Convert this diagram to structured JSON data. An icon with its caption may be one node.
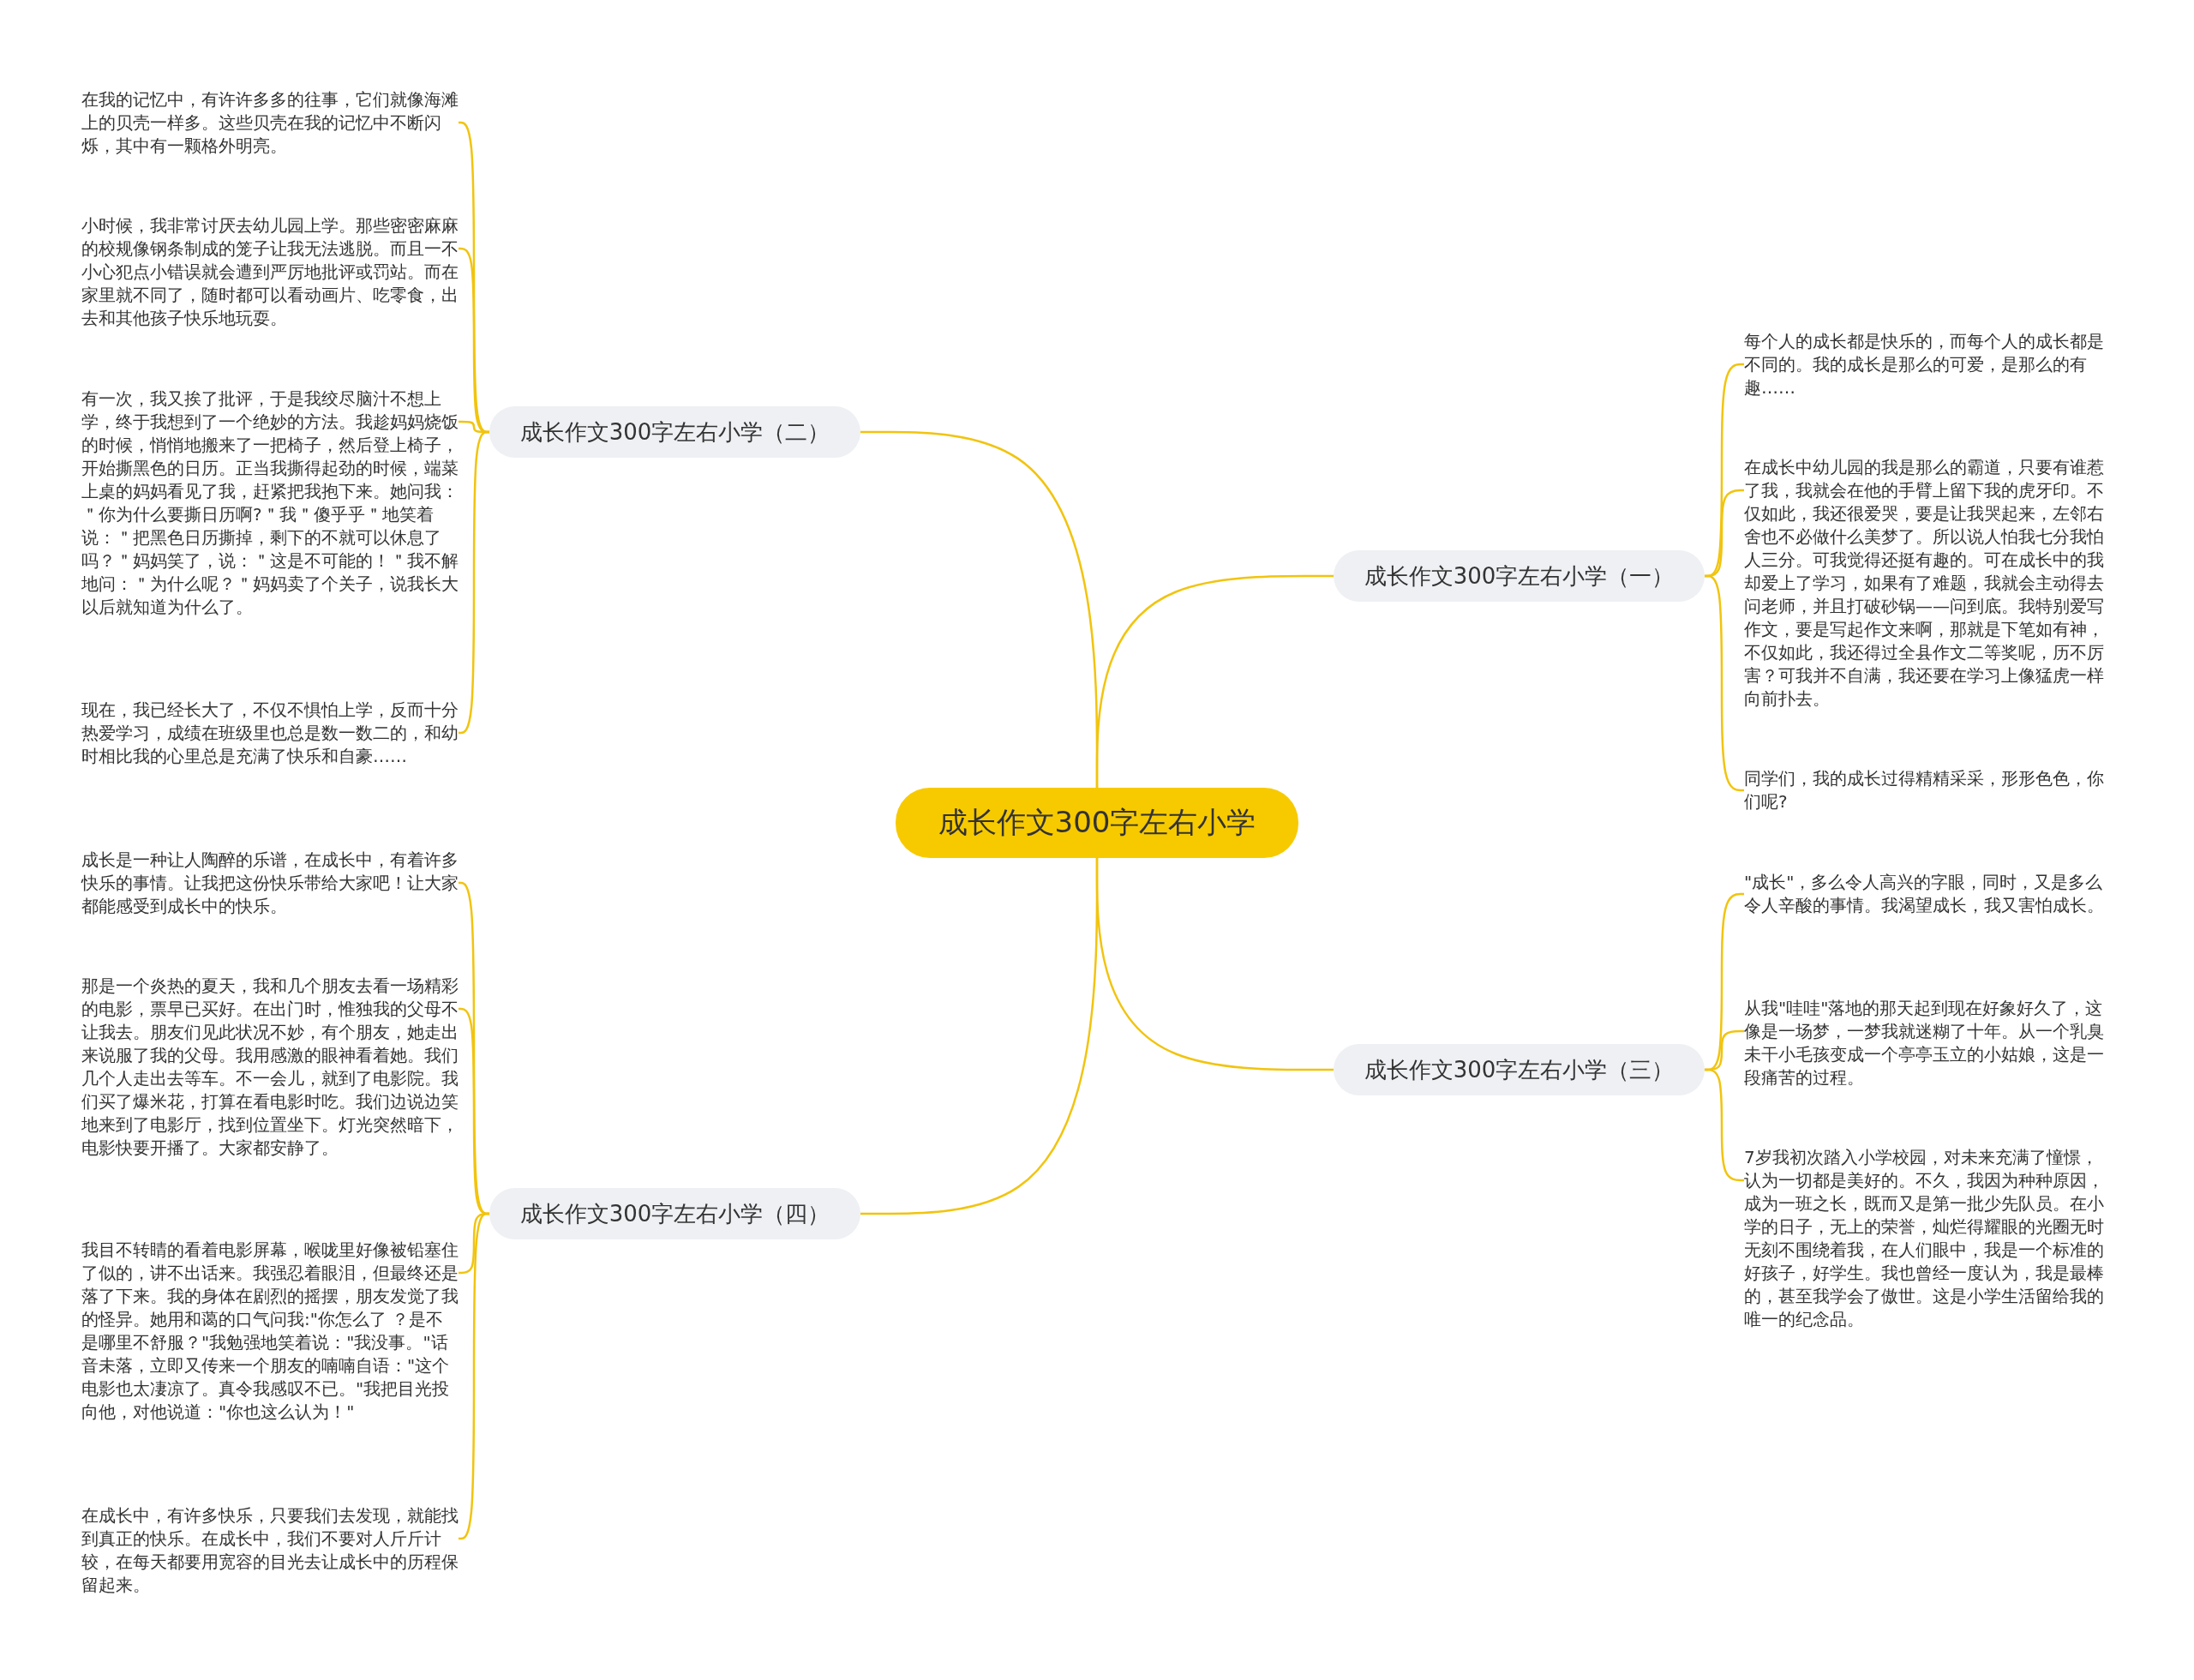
{
  "diagram": {
    "nodes": [
      {
        "text": [
          "成长作文300字左右小学"
        ]
      },
      {
        "text": [
          "成长作文300字左右小学（二）"
        ]
      },
      {
        "text": [
          "在我的记忆中，有许许多多的往事，它们就像海滩上的贝壳一样多。这些贝壳在我的记忆中不断闪烁，其中有一颗格外明亮。"
        ]
      },
      {
        "text": [
          "小时候，我非常讨厌去幼儿园上学。那些密密麻麻的校规像钢条制成的笼子让我无法逃脱。而且一不小心犯点小错误就会遭到严厉地批评或罚站。而在家里就不同了，随时都可以看动画片、吃零食，出去和其他孩子快乐地玩耍。"
        ]
      },
      {
        "text": [
          "有一次，我又挨了批评，于是我绞尽脑汁不想上学，终于我想到了一个绝妙的方法。我趁妈妈烧饭的时候，悄悄地搬来了一把椅子，然后登上椅子，开始撕黑色的日历。正当我撕得起劲的时候，端菜上桌的妈妈看见了我，赶紧把我抱下来。她问我：＂你为什么要撕日历啊?＂我＂傻乎乎＂地笑着说：＂把黑色日历撕掉，剩下的不就可以休息了吗？＂妈妈笑了，说：＂这是不可能的！＂我不解地问：＂为什么呢？＂妈妈卖了个关子，说我长大以后就知道为什么了。"
        ]
      },
      {
        "text": [
          "现在，我已经长大了，不仅不惧怕上学，反而十分热爱学习，成绩在班级里也总是数一数二的，和幼时相比我的心里总是充满了快乐和自豪……"
        ]
      },
      {
        "text": [
          "成长作文300字左右小学（四）"
        ]
      },
      {
        "text": [
          "成长是一种让人陶醉的乐谱，在成长中，有着许多快乐的事情。让我把这份快乐带给大家吧！让大家都能感受到成长中的快乐。"
        ]
      },
      {
        "text": [
          "那是一个炎热的夏天，我和几个朋友去看一场精彩的电影，票早已买好。在出门时，惟独我的父母不让我去。朋友们见此状况不妙，有个朋友，她走出来说服了我的父母。我用感激的眼神看着她。我们几个人走出去等车。不一会儿，就到了电影院。我们买了爆米花，打算在看电影时吃。我们边说边笑地来到了电影厅，找到位置坐下。灯光突然暗下，电影快要开播了。大家都安静了。"
        ]
      },
      {
        "text": [
          "我目不转睛的看着电影屏幕，喉咙里好像被铅塞住了似的，讲不出话来。我强忍着眼泪，但最终还是落了下来。我的身体在剧烈的摇摆，朋友发觉了我的怪异。她用和蔼的口气问我:\"你怎么了 ？是不是哪里不舒服？\"我勉强地笑着说：\"我没事。\"话音未落，立即又传来一个朋友的喃喃自语：\"这个电影也太凄凉了。真令我感叹不已。\"我把目光投向他，对他说道：\"你也这么认为！\""
        ]
      },
      {
        "text": [
          "在成长中，有许多快乐，只要我们去发现，就能找到真正的快乐。在成长中，我们不要对人斤斤计较，在每天都要用宽容的目光去让成长中的历程保留起来。"
        ]
      },
      {
        "text": [
          "成长作文300字左右小学（一）"
        ]
      },
      {
        "text": [
          "每个人的成长都是快乐的，而每个人的成长都是不同的。我的成长是那么的可爱，是那么的有趣……"
        ]
      },
      {
        "text": [
          "在成长中幼儿园的我是那么的霸道，只要有谁惹了我，我就会在他的手臂上留下我的虎牙印。不仅如此，我还很爱哭，要是让我哭起来，左邻右舍也不必做什么美梦了。所以说人怕我七分我怕人三分。可我觉得还挺有趣的。可在成长中的我却爱上了学习，如果有了难题，我就会主动得去问老师，并且打破砂锅——问到底。我特别爱写作文，要是写起作文来啊，那就是下笔如有神，不仅如此，我还得过全县作文二等奖呢，历不厉害？可我并不自满，我还要在学习上像猛虎一样向前扑去。"
        ]
      },
      {
        "text": [
          "同学们，我的成长过得精精采采，形形色色，你们呢?"
        ]
      },
      {
        "text": [
          "成长作文300字左右小学（三）"
        ]
      },
      {
        "text": [
          "\"成长\"，多么令人高兴的字眼，同时，又是多么令人辛酸的事情。我渴望成长，我又害怕成长。"
        ]
      },
      {
        "text": [
          "从我\"哇哇\"落地的那天起到现在好象好久了，这像是一场梦，一梦我就迷糊了十年。从一个乳臭未干小毛孩变成一个亭亭玉立的小姑娘，这是一段痛苦的过程。"
        ]
      },
      {
        "text": [
          "7岁我初次踏入小学校园，对未来充满了憧憬，认为一切都是美好的。不久，我因为种种原因，成为一班之长，既而又是第一批少先队员。在小学的日子，无上的荣誉，灿烂得耀眼的光圈无时无刻不围绕着我，在人们眼中，我是一个标准的好孩子，好学生。我也曾经一度认为，我是最棒的，甚至我学会了傲世。这是小学生活留给我的唯一的纪念品。"
        ]
      }
    ],
    "edges": [
      {
        "from": 0,
        "to": 1,
        "arrow": "none"
      },
      {
        "from": 1,
        "to": 2,
        "arrow": "none"
      },
      {
        "from": 1,
        "to": 3,
        "arrow": "none"
      },
      {
        "from": 1,
        "to": 4,
        "arrow": "none"
      },
      {
        "from": 1,
        "to": 5,
        "arrow": "none"
      },
      {
        "from": 0,
        "to": 6,
        "arrow": "none"
      },
      {
        "from": 6,
        "to": 7,
        "arrow": "none"
      },
      {
        "from": 6,
        "to": 8,
        "arrow": "none"
      },
      {
        "from": 6,
        "to": 9,
        "arrow": "none"
      },
      {
        "from": 6,
        "to": 10,
        "arrow": "none"
      },
      {
        "from": 0,
        "to": 11,
        "arrow": "none"
      },
      {
        "from": 11,
        "to": 12,
        "arrow": "none"
      },
      {
        "from": 11,
        "to": 13,
        "arrow": "none"
      },
      {
        "from": 11,
        "to": 14,
        "arrow": "none"
      },
      {
        "from": 0,
        "to": 15,
        "arrow": "none"
      },
      {
        "from": 15,
        "to": 16,
        "arrow": "none"
      },
      {
        "from": 15,
        "to": 17,
        "arrow": "none"
      },
      {
        "from": 15,
        "to": 18,
        "arrow": "none"
      }
    ]
  }
}
